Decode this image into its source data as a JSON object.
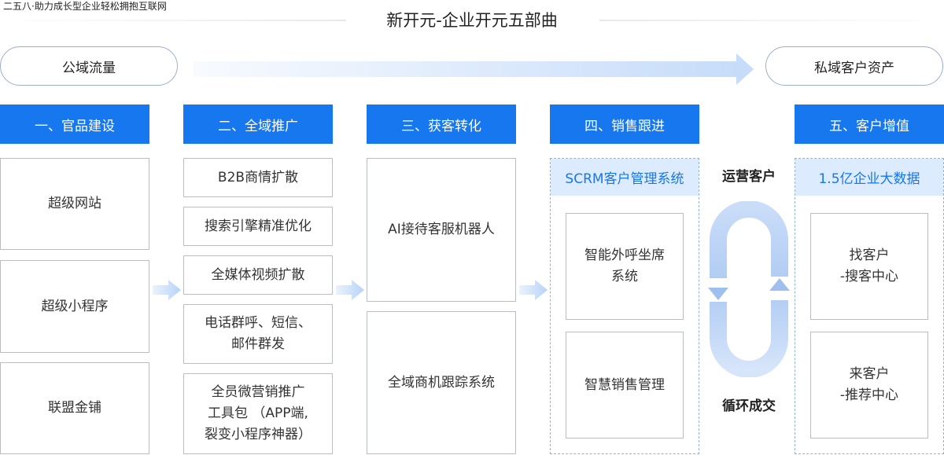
{
  "tagline": "二五八·助力成长型企业轻松拥抱互联网",
  "title": "新开元-企业开元五部曲",
  "flow": {
    "start": "公域流量",
    "end": "私域客户资产"
  },
  "columns": [
    {
      "header": "一、官品建设",
      "items": [
        "超级网站",
        "超级小程序",
        "联盟金铺"
      ]
    },
    {
      "header": "二、全域推广",
      "items": [
        "B2B商情扩散",
        "搜索引擎精准优化",
        "全媒体视频扩散",
        "电话群呼、短信、\n邮件群发",
        "全员微营销推广\n工具包 （APP端,\n裂变小程序神器）"
      ]
    },
    {
      "header": "三、获客转化",
      "items": [
        "AI接待客服机器人",
        "全域商机跟踪系统"
      ]
    },
    {
      "header": "四、销售跟进",
      "subheader": "SCRM客户管理系统",
      "items": [
        "智能外呼坐席\n系统",
        "智慧销售管理"
      ]
    },
    {
      "header": "五、客户增值",
      "subheader": "1.5亿企业大数据",
      "items": [
        "找客户\n-搜客中心",
        "来客户\n-推荐中心"
      ]
    }
  ],
  "cycle": {
    "top": "运营客户",
    "bottom": "循环成交"
  },
  "colors": {
    "primary": "#1677ee",
    "light": "#dcebfd",
    "border": "#b9bec6",
    "dashed": "#8fb2e4"
  }
}
